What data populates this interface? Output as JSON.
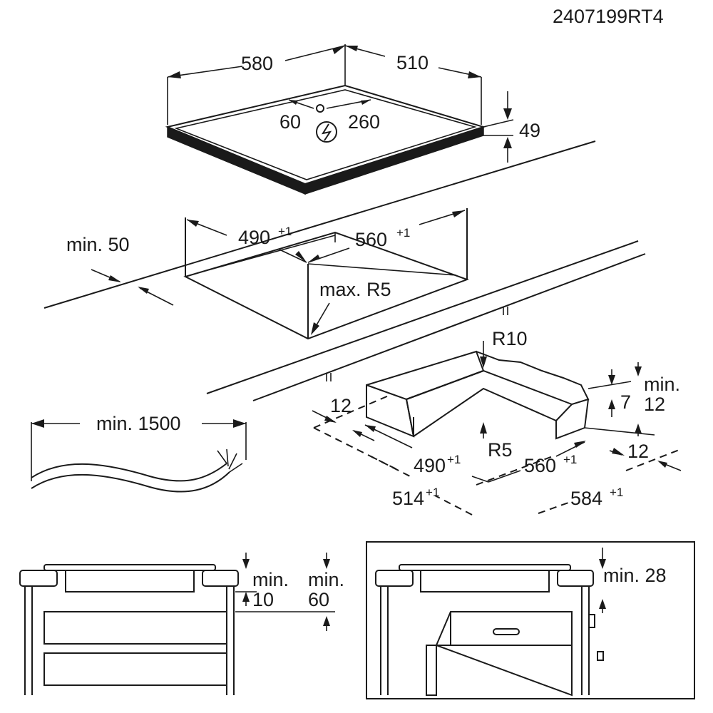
{
  "diagram": {
    "reference_code": "2407199RT4",
    "hob": {
      "width": "580",
      "depth": "510",
      "height": "49",
      "connection_offset_left": "60",
      "connection_offset_right": "260"
    },
    "cutout": {
      "width": "490",
      "width_tolerance": "+1",
      "depth": "560",
      "depth_tolerance": "+1",
      "front_distance": "min. 50",
      "corner_radius": "max. R5"
    },
    "seal_detail": {
      "outer_radius": "R10",
      "inner_radius": "R5",
      "edge_left": "12",
      "edge_right": "12",
      "gap": "7",
      "min_label": "min.",
      "min_value": "12",
      "inner_width": "490",
      "inner_width_tolerance": "+1",
      "inner_depth": "560",
      "inner_depth_tolerance": "+1",
      "outer_width": "514",
      "outer_width_tolerance": "+1",
      "outer_depth": "584",
      "outer_depth_tolerance": "+1"
    },
    "cable": {
      "min_length": "min. 1500"
    },
    "installation_drawer": {
      "clearance_1_label": "min.",
      "clearance_1_value": "10",
      "clearance_2_label": "min.",
      "clearance_2_value": "60"
    },
    "installation_oven": {
      "clearance": "min. 28"
    }
  }
}
